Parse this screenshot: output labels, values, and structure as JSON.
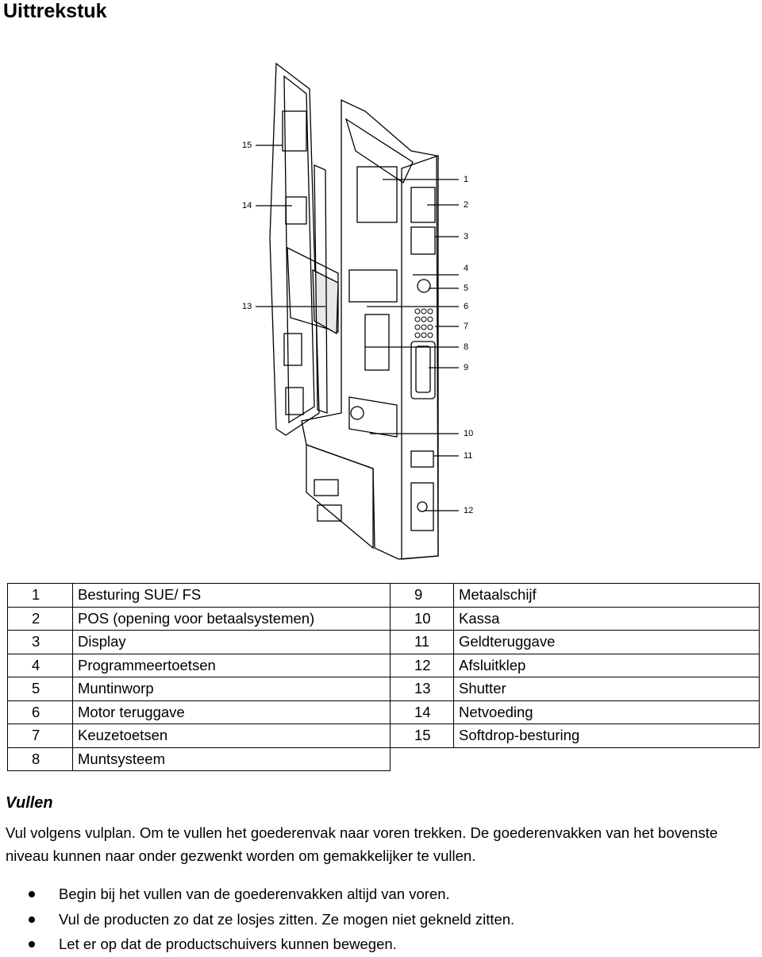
{
  "title": "Uittrekstuk",
  "figure": {
    "callouts": [
      "1",
      "2",
      "3",
      "4",
      "5",
      "6",
      "7",
      "8",
      "9",
      "10",
      "11",
      "12",
      "13",
      "14",
      "15"
    ]
  },
  "parts_table": {
    "rows": [
      [
        {
          "num": "1",
          "label": "Besturing SUE/ FS"
        },
        {
          "num": "9",
          "label": "Metaalschijf"
        }
      ],
      [
        {
          "num": "2",
          "label": "POS (opening voor betaalsystemen)"
        },
        {
          "num": "10",
          "label": "Kassa"
        }
      ],
      [
        {
          "num": "3",
          "label": "Display"
        },
        {
          "num": "11",
          "label": "Geldteruggave"
        }
      ],
      [
        {
          "num": "4",
          "label": "Programmeertoetsen"
        },
        {
          "num": "12",
          "label": "Afsluitklep"
        }
      ],
      [
        {
          "num": "5",
          "label": "Muntinworp"
        },
        {
          "num": "13",
          "label": "Shutter"
        }
      ],
      [
        {
          "num": "6",
          "label": "Motor teruggave"
        },
        {
          "num": "14",
          "label": "Netvoeding"
        }
      ],
      [
        {
          "num": "7",
          "label": "Keuzetoetsen"
        },
        {
          "num": "15",
          "label": "Softdrop-besturing"
        }
      ],
      [
        {
          "num": "8",
          "label": "Muntsysteem"
        }
      ]
    ]
  },
  "section": {
    "heading": "Vullen",
    "paragraph": "Vul volgens vulplan. Om te vullen het goederenvak naar voren trekken. De goederenvakken van het bovenste niveau kunnen naar onder gezwenkt worden om gemakkelijker te vullen.",
    "bullets": [
      "Begin bij het vullen van de goederenvakken altijd van voren.",
      "Vul de producten zo dat ze losjes zitten. Ze mogen niet gekneld zitten.",
      "Let er op dat de productschuivers kunnen bewegen."
    ]
  }
}
